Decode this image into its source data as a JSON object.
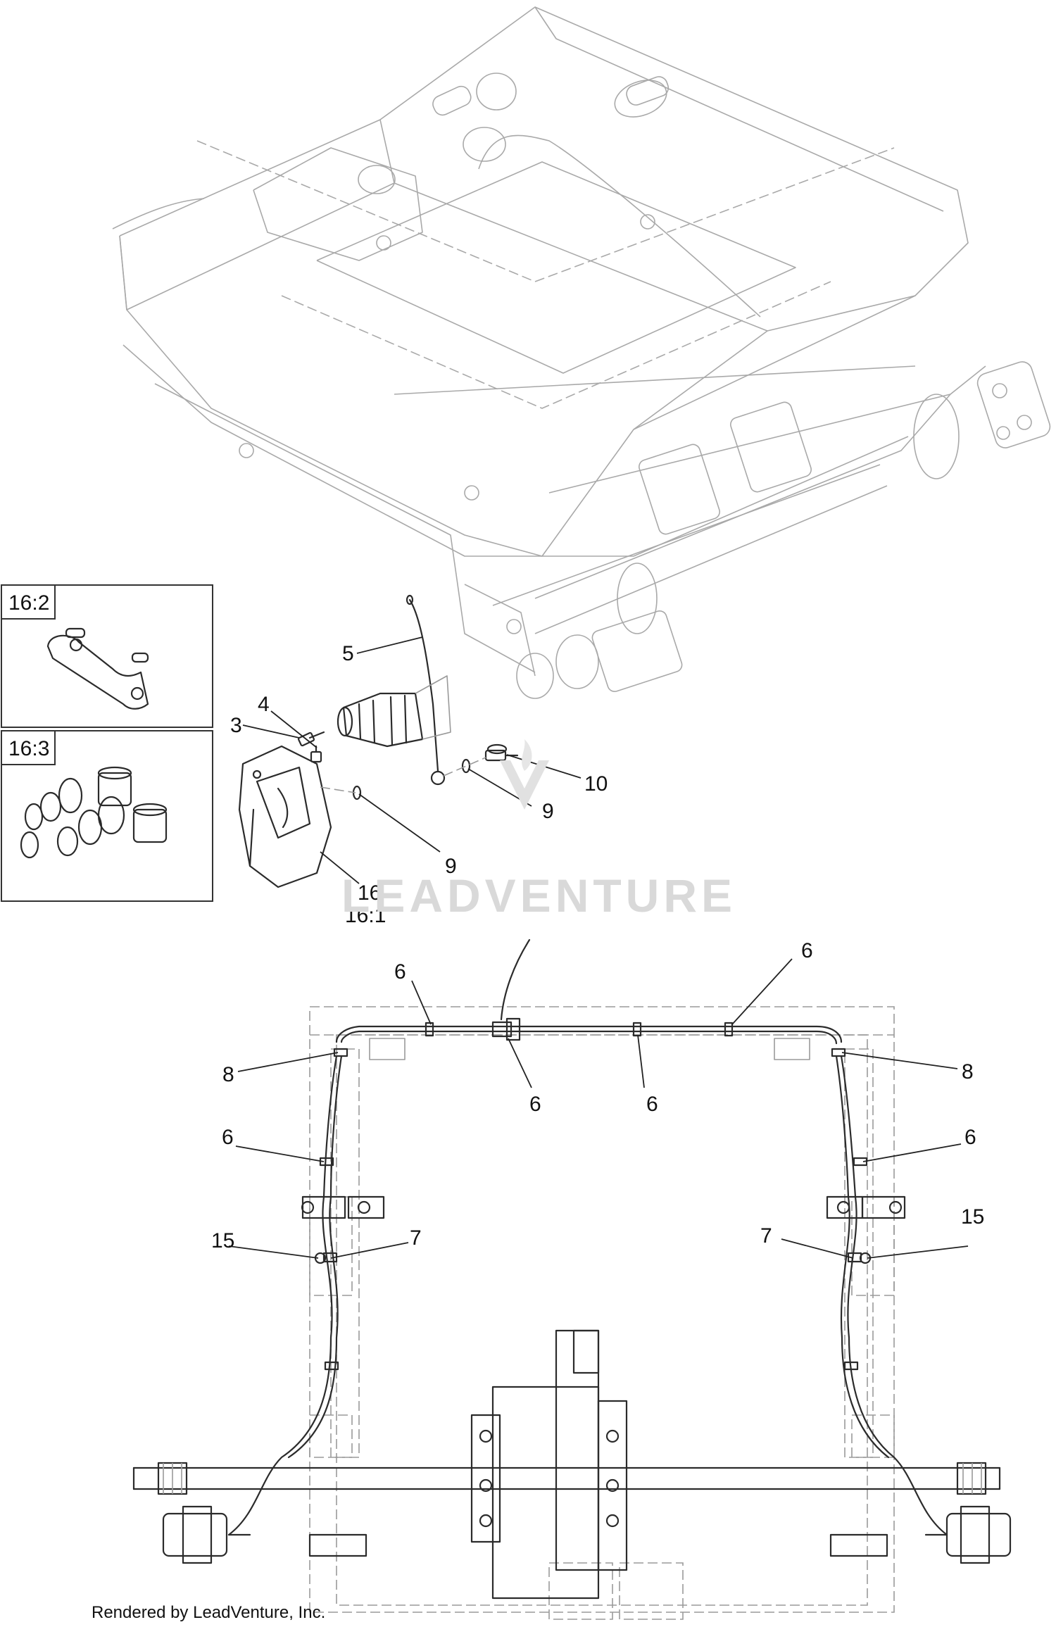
{
  "upper_view": {
    "callouts": [
      {
        "id": "c-5",
        "text": "5"
      },
      {
        "id": "c-4",
        "text": "4"
      },
      {
        "id": "c-3",
        "text": "3"
      },
      {
        "id": "c-10",
        "text": "10"
      },
      {
        "id": "c-9a",
        "text": "9"
      },
      {
        "id": "c-9b",
        "text": "9"
      },
      {
        "id": "c-16",
        "text": "16"
      },
      {
        "id": "c-16-1",
        "text": "16:1"
      }
    ]
  },
  "detail_boxes": [
    {
      "id": "box-16-2",
      "label": "16:2"
    },
    {
      "id": "box-16-3",
      "label": "16:3"
    }
  ],
  "lower_view": {
    "callouts": [
      {
        "id": "l-6a",
        "text": "6"
      },
      {
        "id": "l-6b",
        "text": "6"
      },
      {
        "id": "l-6c",
        "text": "6"
      },
      {
        "id": "l-6d",
        "text": "6"
      },
      {
        "id": "l-6e",
        "text": "6"
      },
      {
        "id": "l-6f",
        "text": "6"
      },
      {
        "id": "l-8a",
        "text": "8"
      },
      {
        "id": "l-8b",
        "text": "8"
      },
      {
        "id": "l-15a",
        "text": "15"
      },
      {
        "id": "l-15b",
        "text": "15"
      },
      {
        "id": "l-7a",
        "text": "7"
      },
      {
        "id": "l-7b",
        "text": "7"
      }
    ]
  },
  "watermark": "LEADVENTURE",
  "credit": "Rendered by LeadVenture, Inc."
}
